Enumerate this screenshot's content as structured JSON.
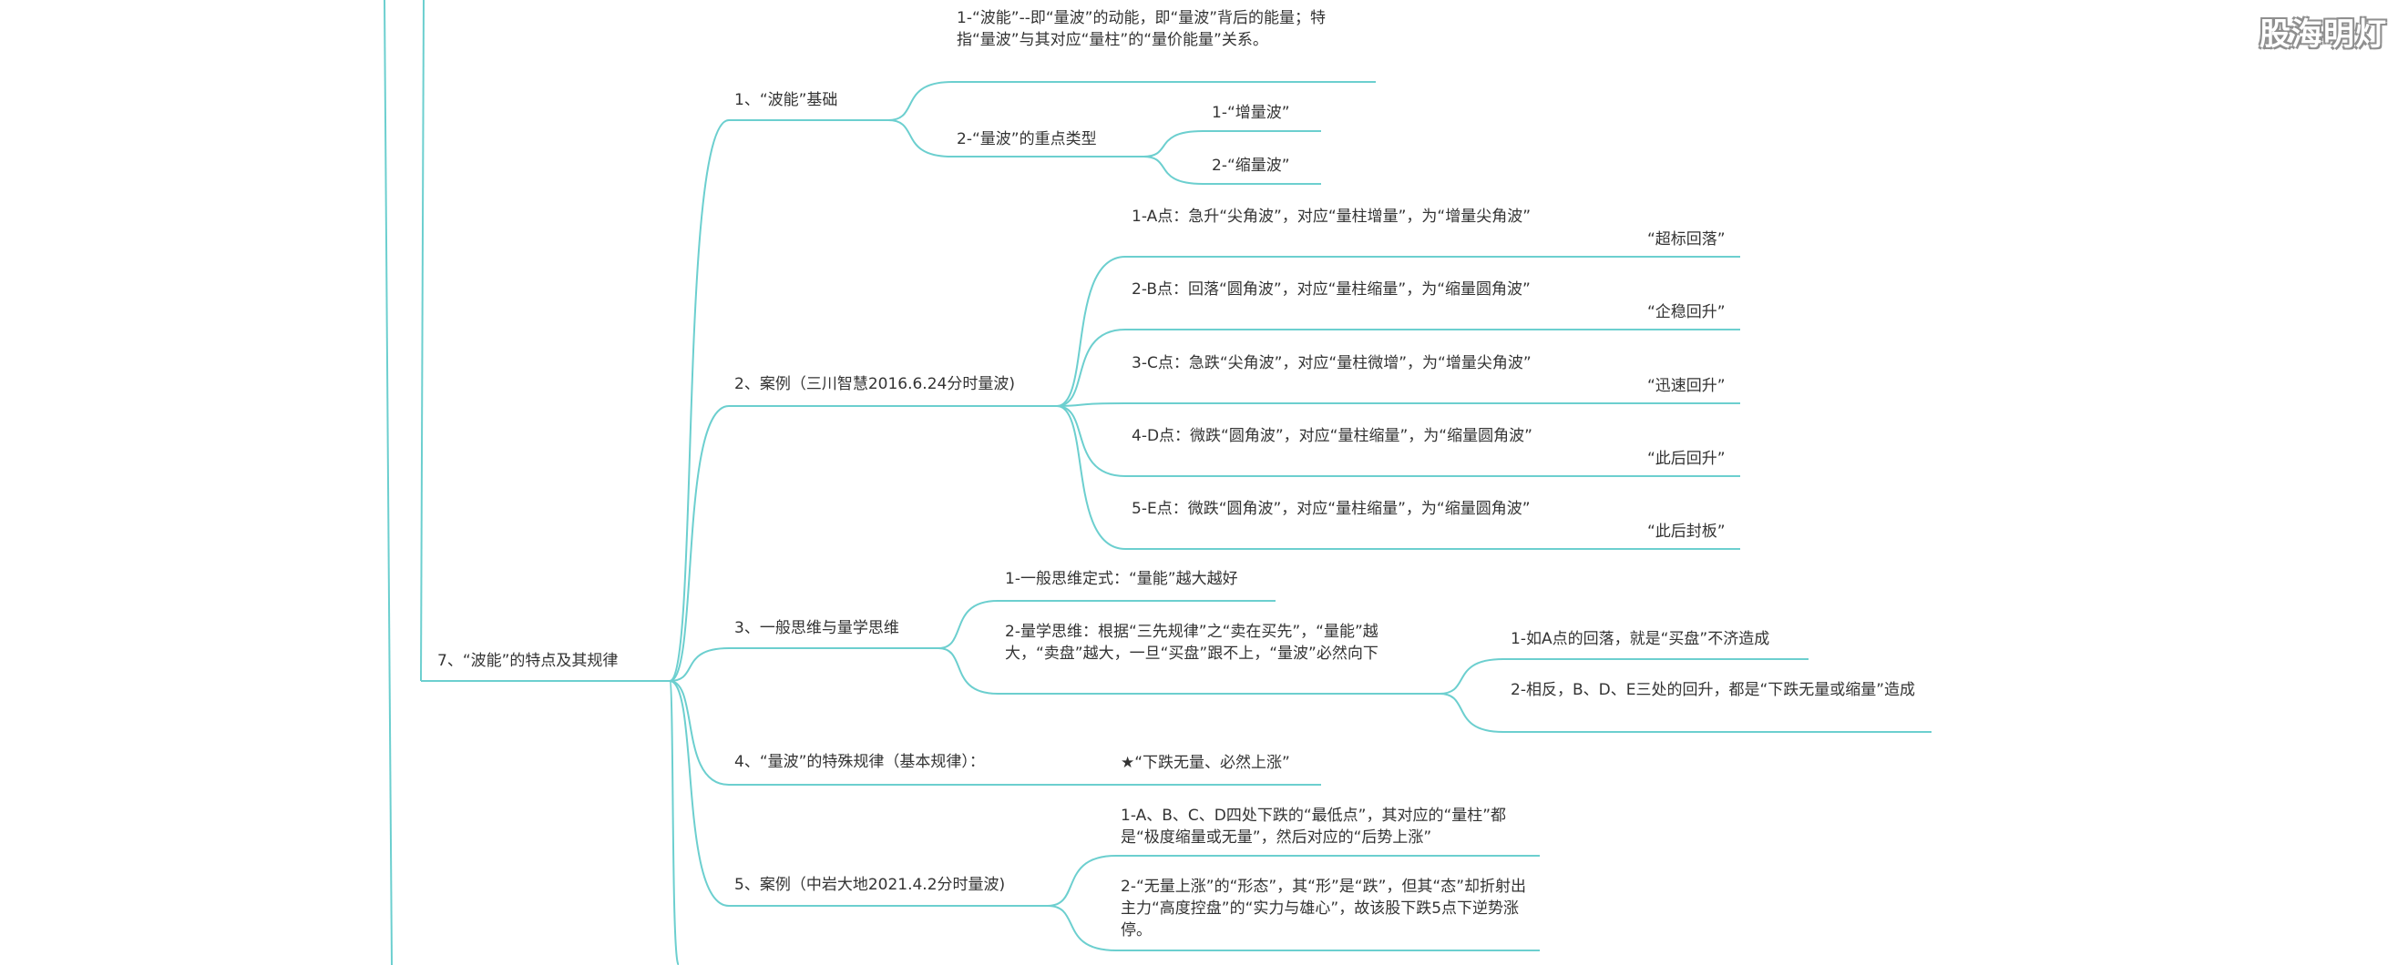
{
  "watermark": "股海明灯",
  "accent_color": "#6ccfcf",
  "root": {
    "label": "7、“波能”的特点及其规律",
    "children": [
      {
        "label": "1、“波能”基础",
        "children": [
          {
            "label": "1-“波能”--即“量波”的动能，即“量波”背后的能量；特指“量波”与其对应“量柱”的“量价能量”关系。"
          },
          {
            "label": "2-“量波”的重点类型",
            "children": [
              {
                "label": "1-“增量波”"
              },
              {
                "label": "2-“缩量波”"
              }
            ]
          }
        ]
      },
      {
        "label": "2、案例（三川智慧2016.6.24分时量波)",
        "children": [
          {
            "label": "1-A点：急升“尖角波”，对应“量柱增量”，为“增量尖角波”",
            "children": [
              {
                "label": "“超标回落”"
              }
            ]
          },
          {
            "label": "2-B点：回落“圆角波”，对应“量柱缩量”，为“缩量圆角波”",
            "children": [
              {
                "label": "“企稳回升”"
              }
            ]
          },
          {
            "label": "3-C点：急跌“尖角波”，对应“量柱微增”，为“增量尖角波”",
            "children": [
              {
                "label": "“迅速回升”"
              }
            ]
          },
          {
            "label": "4-D点：微跌“圆角波”，对应“量柱缩量”，为“缩量圆角波”",
            "children": [
              {
                "label": "“此后回升”"
              }
            ]
          },
          {
            "label": "5-E点：微跌“圆角波”，对应“量柱缩量”，为“缩量圆角波”",
            "children": [
              {
                "label": "“此后封板”"
              }
            ]
          }
        ]
      },
      {
        "label": "3、一般思维与量学思维",
        "children": [
          {
            "label": "1-一般思维定式：“量能”越大越好"
          },
          {
            "label": "2-量学思维：根据“三先规律”之“卖在买先”，“量能”越大，“卖盘”越大，一旦“买盘”跟不上，“量波”必然向下",
            "children": [
              {
                "label": "1-如A点的回落，就是“买盘”不济造成"
              },
              {
                "label": "2-相反，B、D、E三处的回升，都是“下跌无量或缩量”造成"
              }
            ]
          }
        ]
      },
      {
        "label": "4、“量波”的特殊规律（基本规律）：",
        "children": [
          {
            "label": "★“下跌无量、必然上涨”"
          }
        ]
      },
      {
        "label": "5、案例（中岩大地2021.4.2分时量波)",
        "children": [
          {
            "label": "1-A、B、C、D四处下跌的“最低点”，其对应的“量柱”都是“极度缩量或无量”，然后对应的“后势上涨”"
          },
          {
            "label": "2-“无量上涨”的“形态”，其“形”是“跌”，但其“态”却折射出主力“高度控盘”的“实力与雄心”，故该股下跌5点下逆势涨停。"
          }
        ]
      }
    ]
  }
}
